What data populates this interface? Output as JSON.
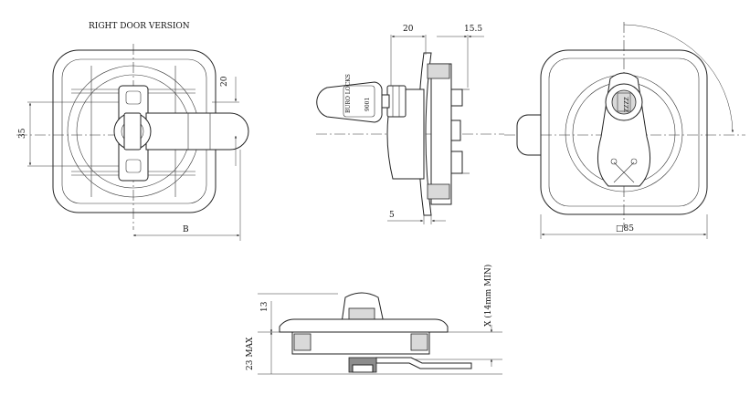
{
  "title": "RIGHT DOOR VERSION",
  "front_view": {
    "dim_height": "35",
    "dim_offset": "20",
    "dim_width": "B"
  },
  "side_view": {
    "dim_top": "20",
    "dim_right": "15.5",
    "dim_bottom": "5",
    "key_text_1": "BURO LOCKS",
    "key_text_2": "9001"
  },
  "rear_view": {
    "dim_size": "□85",
    "cylinder_text": "ZZZZ"
  },
  "bottom_view": {
    "dim_top": "13",
    "dim_bottom": "23 MAX",
    "dim_x": "X (14mm MIN)"
  }
}
